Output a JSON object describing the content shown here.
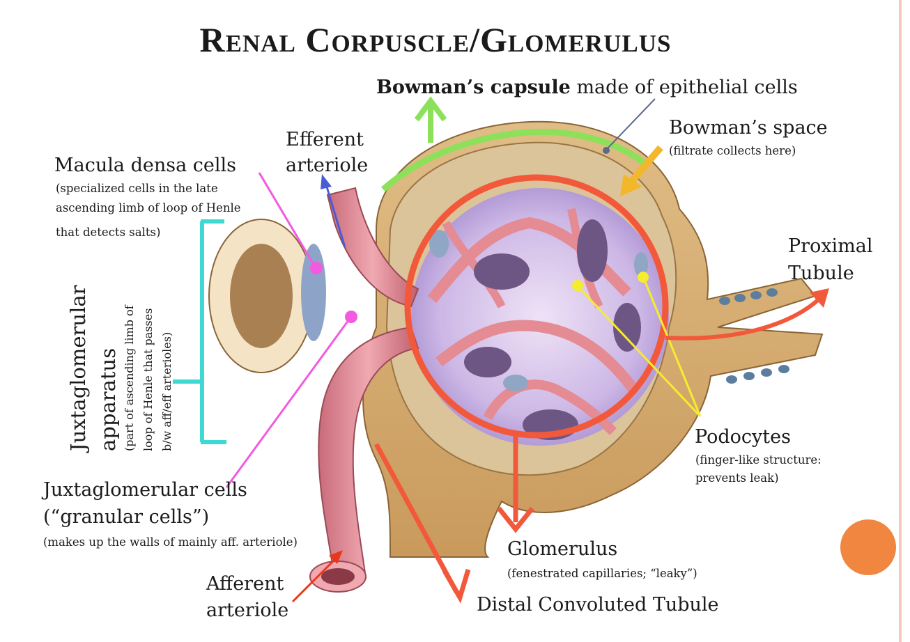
{
  "title": "Renal Corpuscle/Glomerulus",
  "labels": {
    "bowmans_capsule_bold": "Bowman’s capsule",
    "bowmans_capsule_rest": "made of epithelial cells",
    "bowmans_space": "Bowman’s space",
    "bowmans_space_note": "(filtrate collects here)",
    "efferent_line1": "Efferent",
    "efferent_line2": "arteriole",
    "macula_densa": "Macula densa cells",
    "macula_note1": "(specialized cells in the late",
    "macula_note2": "ascending limb of loop of Henle",
    "macula_note3": "that detects salts)",
    "jga_line1": "Juxtaglomerular",
    "jga_line2": "apparatus",
    "jga_note1": "(part of ascending limb of",
    "jga_note2": "loop of Henle that passes",
    "jga_note3": "b/w aff/eff arterioles)",
    "proximal_line1": "Proximal",
    "proximal_line2": "Tubule",
    "podocytes": "Podocytes",
    "podocytes_note1": "(finger-like structure:",
    "podocytes_note2": "prevents leak)",
    "jg_cells_line1": "Juxtaglomerular cells",
    "jg_cells_line2": "(“granular cells”)",
    "jg_cells_note": "(makes up the walls of mainly aff. arteriole)",
    "glomerulus": "Glomerulus",
    "glomerulus_note": "(fenestrated capillaries; “leaky”)",
    "afferent_line1": "Afferent",
    "afferent_line2": "arteriole",
    "distal": "Distal Convoluted Tubule"
  },
  "colors": {
    "capsule_outline": "#8ce05a",
    "glomerulus_circle": "#f2593a",
    "space_arrow": "#f2b72b",
    "efferent_arrow": "#4a5bd8",
    "magenta": "#f25ae0",
    "cyan_bracket": "#3fd9d4",
    "yellow": "#f6ec2e",
    "orange_arrow": "#f2593a",
    "afferent_arrow": "#e6391c",
    "accent_dot": "#f0863f"
  }
}
